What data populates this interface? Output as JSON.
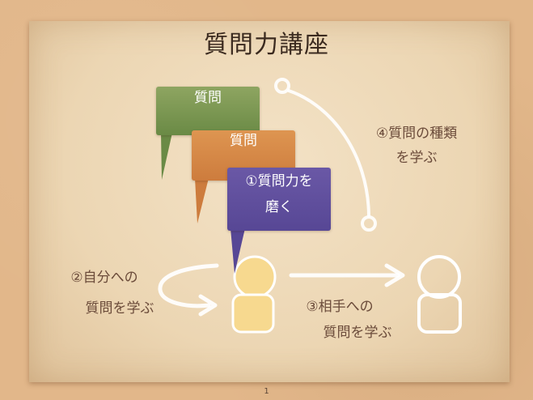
{
  "title": "質問力講座",
  "bubbles": {
    "green": "質問",
    "orange": "質問",
    "purple_line1": "①質問力を",
    "purple_line2": "磨く"
  },
  "labels": {
    "item2_line1": "②自分への",
    "item2_line2": "質問を学ぶ",
    "item3_line1": "③相手への",
    "item3_line2": "質問を学ぶ",
    "item4_line1": "④質問の種類",
    "item4_line2": "を学ぶ"
  },
  "page_number": "1",
  "colors": {
    "green": "#7a9650",
    "orange": "#d6873f",
    "purple": "#5f4f9c",
    "person_fill": "#f7d98f",
    "chalk": "#ffffff",
    "text": "#3b2a1f"
  }
}
